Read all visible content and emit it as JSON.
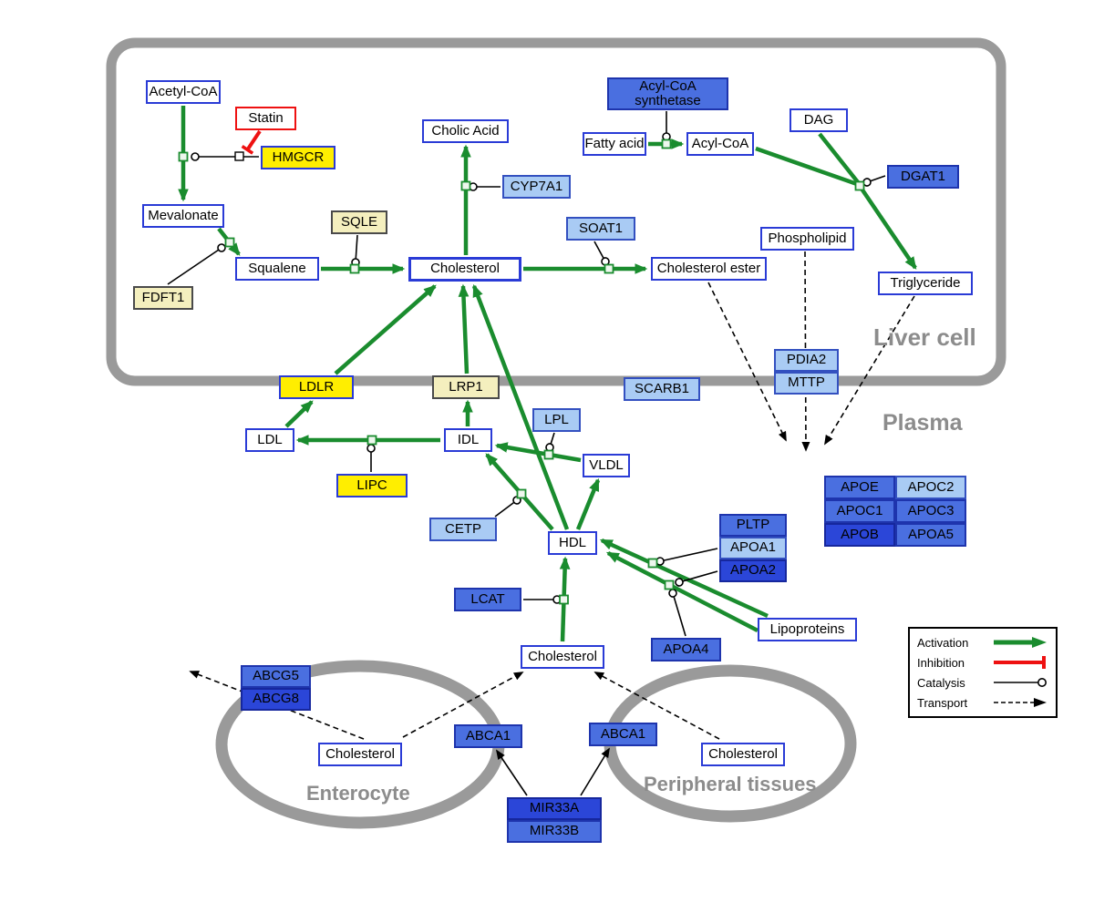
{
  "regions": {
    "liver": "Liver cell",
    "plasma": "Plasma",
    "enterocyte": "Enterocyte",
    "peripheral": "Peripheral tissues"
  },
  "nodes": {
    "acetyl_coa": "Acetyl-CoA",
    "statin": "Statin",
    "hmgcr": "HMGCR",
    "mevalonate": "Mevalonate",
    "sqle": "SQLE",
    "fdft1": "FDFT1",
    "squalene": "Squalene",
    "cholic_acid": "Cholic Acid",
    "cyp7a1": "CYP7A1",
    "cholesterol_liver": "Cholesterol",
    "soat1": "SOAT1",
    "cholesterol_ester": "Cholesterol ester",
    "acyl_coa_synthetase": "Acyl-CoA synthetase",
    "fatty_acid": "Fatty acid",
    "acyl_coa": "Acyl-CoA",
    "dag": "DAG",
    "dgat1": "DGAT1",
    "phospholipid": "Phospholipid",
    "triglyceride": "Triglyceride",
    "ldlr": "LDLR",
    "lrp1": "LRP1",
    "scarb1": "SCARB1",
    "pdia2": "PDIA2",
    "mttp": "MTTP",
    "ldl": "LDL",
    "idl": "IDL",
    "lpl": "LPL",
    "vldl": "VLDL",
    "lipc": "LIPC",
    "cetp": "CETP",
    "hdl": "HDL",
    "lcat": "LCAT",
    "pltp": "PLTP",
    "apoa1": "APOA1",
    "apoa2": "APOA2",
    "apoa4": "APOA4",
    "lipoproteins": "Lipoproteins",
    "apoe": "APOE",
    "apoc2": "APOC2",
    "apoc1": "APOC1",
    "apoc3": "APOC3",
    "apob": "APOB",
    "apoa5": "APOA5",
    "abcg5": "ABCG5",
    "abcg8": "ABCG8",
    "cholesterol_enterocyte": "Cholesterol",
    "abca1_left": "ABCA1",
    "abca1_right": "ABCA1",
    "cholesterol_center": "Cholesterol",
    "cholesterol_peripheral": "Cholesterol",
    "mir33a": "MIR33A",
    "mir33b": "MIR33B"
  },
  "legend": {
    "activation": "Activation",
    "inhibition": "Inhibition",
    "catalysis": "Catalysis",
    "transport": "Transport"
  },
  "colors": {
    "activation_green": "#1a8c2e",
    "inhibition_red": "#ee1111",
    "membrane_gray": "#9a9a9a",
    "node_border_blue": "#2a3bd6",
    "yellow": "#ffee00",
    "cream": "#f4efbe",
    "light_blue": "#a9cbf4",
    "medium_blue": "#4a6fe0",
    "dark_blue": "#2b46d8"
  }
}
